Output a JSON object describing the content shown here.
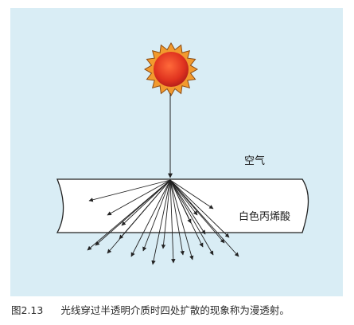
{
  "figure": {
    "label_air": "空气",
    "label_material": "白色丙烯酸",
    "colors": {
      "panel_background": "#d9edf5",
      "sun_ring": "#f29a2e",
      "sun_core": "#e0331f",
      "slab_fill": "#ffffff",
      "ray": "#222222"
    },
    "icons": [
      "sun-icon"
    ],
    "caption": {
      "number": "图2.13",
      "text": "光线穿过半透明介质时四处扩散的现象称为漫透射。"
    }
  }
}
